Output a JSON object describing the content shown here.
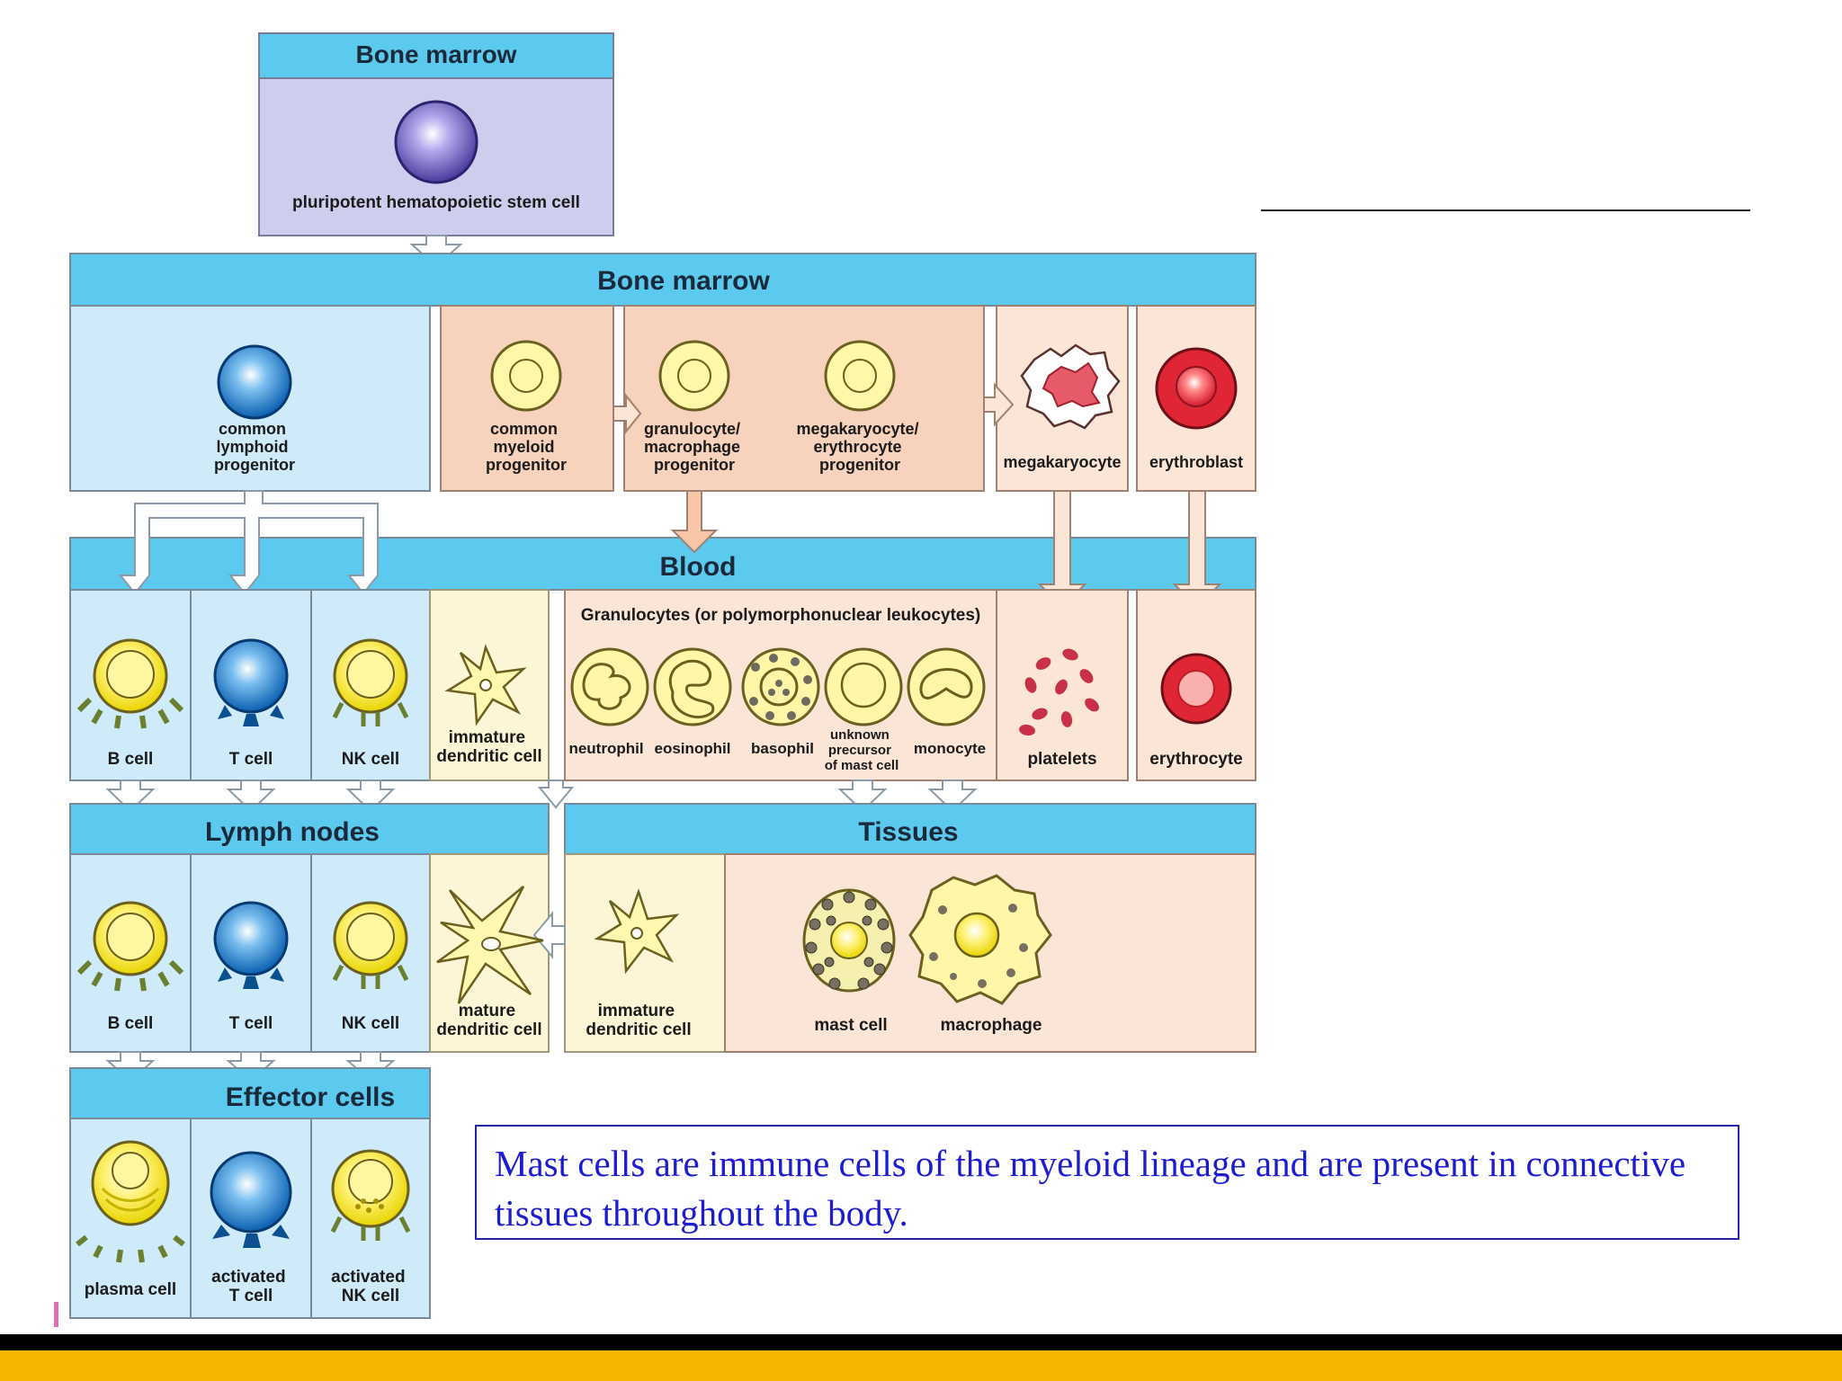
{
  "colors": {
    "header_blue": "#5cc9ee",
    "panel_blue": "#cfeaf8",
    "panel_purple": "#cfcdee",
    "panel_peach": "#f7d2bd",
    "panel_light_peach": "#fae5d7",
    "panel_cream": "#fdf6d6",
    "caption_text": "#1c1cd0",
    "footer_yellow": "#f5b400"
  },
  "sections": {
    "top": "Bone marrow",
    "bone_marrow": "Bone marrow",
    "blood": "Blood",
    "lymph_nodes": "Lymph nodes",
    "tissues": "Tissues",
    "effector": "Effector cells"
  },
  "top_cell": {
    "label": "pluripotent hematopoietic stem cell"
  },
  "bone_marrow_cells": {
    "clp": [
      "common",
      "lymphoid",
      "progenitor"
    ],
    "cmp": [
      "common",
      "myeloid",
      "progenitor"
    ],
    "gmp": [
      "granulocyte/",
      "macrophage",
      "progenitor"
    ],
    "mep": [
      "megakaryocyte/",
      "erythrocyte",
      "progenitor"
    ],
    "megakaryocyte": "megakaryocyte",
    "erythroblast": "erythroblast"
  },
  "blood_cells": {
    "granulocytes_title": "Granulocytes (or polymorphonuclear leukocytes)",
    "b": "B cell",
    "t": "T cell",
    "nk": "NK cell",
    "idc": [
      "immature",
      "dendritic cell"
    ],
    "neutrophil": "neutrophil",
    "eosinophil": "eosinophil",
    "basophil": "basophil",
    "unknown": [
      "unknown",
      "precursor",
      "of mast cell"
    ],
    "monocyte": "monocyte",
    "platelets": "platelets",
    "erythrocyte": "erythrocyte"
  },
  "lymph_cells": {
    "b": "B cell",
    "t": "T cell",
    "nk": "NK cell",
    "mdc": [
      "mature",
      "dendritic cell"
    ]
  },
  "tissue_cells": {
    "idc": [
      "immature",
      "dendritic cell"
    ],
    "mast": "mast cell",
    "macrophage": "macrophage"
  },
  "effector_cells": {
    "plasma": "plasma cell",
    "act_t": [
      "activated",
      "T cell"
    ],
    "act_nk": [
      "activated",
      "NK cell"
    ]
  },
  "caption": "Mast cells are immune cells of the myeloid lineage and are present in connective tissues throughout the body."
}
